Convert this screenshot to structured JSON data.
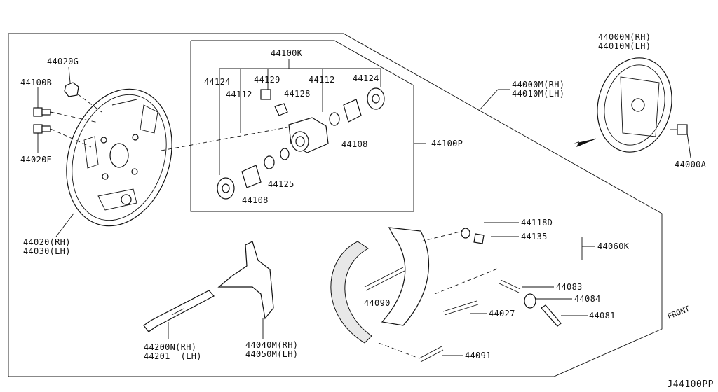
{
  "diagram_code": "J44100PP",
  "front_label": "FRONT",
  "labels": {
    "p44020G": "44020G",
    "p44100B": "44100B",
    "p44020E": "44020E",
    "p44020_rh_lh": "44020(RH)\n44030(LH)",
    "p44100K": "44100K",
    "p44124_left": "44124",
    "p44129": "44129",
    "p44112_top": "44112",
    "p44124_right": "44124",
    "p44112_mid": "44112",
    "p44128": "44128",
    "p44108_right": "44108",
    "p44125": "44125",
    "p44108_left": "44108",
    "p44100P": "44100P",
    "p44000M_top": "44000M(RH)\n44010M(LH)",
    "p44000M_mid": "44000M(RH)\n44010M(LH)",
    "p44000A": "44000A",
    "p44118D": "44118D",
    "p44135": "44135",
    "p44060K": "44060K",
    "p44083": "44083",
    "p44090": "44090",
    "p44084": "44084",
    "p44027": "44027",
    "p44081": "44081",
    "p44091": "44091",
    "p44200N": "44200N(RH)\n44201  (LH)",
    "p44040M": "44040M(RH)\n44050M(LH)"
  }
}
